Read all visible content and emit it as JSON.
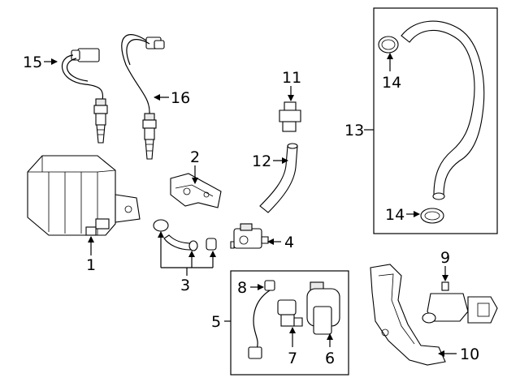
{
  "callouts": {
    "c1": "1",
    "c2": "2",
    "c3": "3",
    "c4": "4",
    "c5": "5",
    "c6": "6",
    "c7": "7",
    "c8": "8",
    "c9": "9",
    "c10": "10",
    "c11": "11",
    "c12": "12",
    "c13": "13",
    "c14a": "14",
    "c14b": "14",
    "c15": "15",
    "c16": "16"
  },
  "icons": {
    "arrow": "arrow-head",
    "hose": "hose-shape",
    "sensor": "oxygen-sensor-shape"
  }
}
